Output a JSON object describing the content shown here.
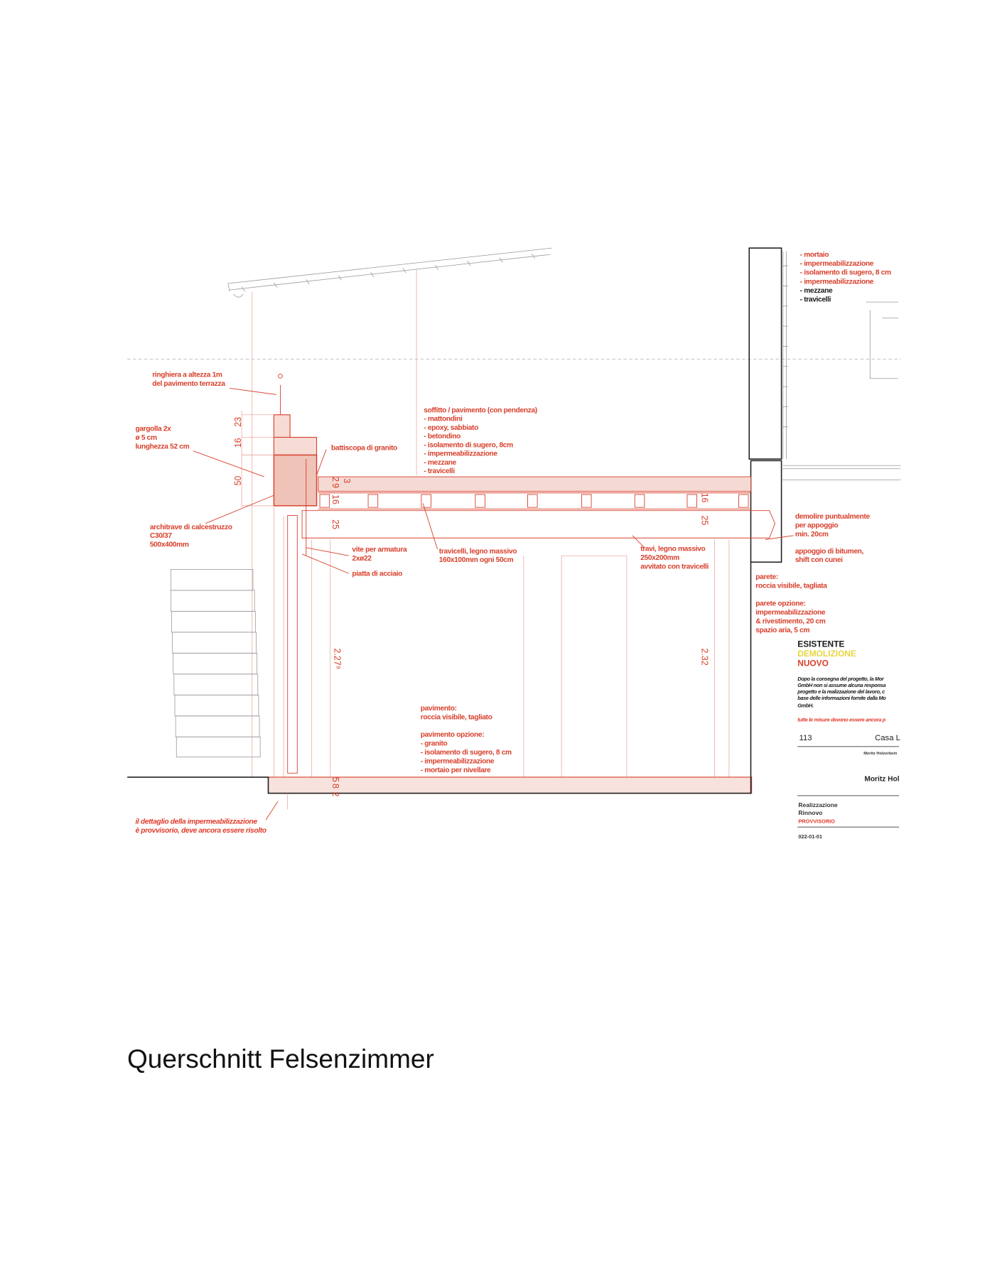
{
  "caption": "Querschnitt Felsenzimmer",
  "labels": {
    "ringhiera": [
      "ringhiera a altezza 1m",
      "del pavimento terrazza"
    ],
    "gargolla": [
      "gargolla 2x",
      "ø 5 cm",
      "lunghezza 52 cm"
    ],
    "battiscopa": "battiscopa di granito",
    "architrave": [
      "architrave di calcestruzzo",
      "C30/37",
      "500x400mm"
    ],
    "vite": [
      "vite per armatura",
      "2xø22"
    ],
    "piatta": "piatta di acciaio",
    "travicelli": [
      "travicelli, legno massivo",
      "160x100mm ogni 50cm"
    ],
    "travi": [
      "travi, legno massivo",
      "250x200mm",
      "avvitato con travicelli"
    ],
    "soffitto": [
      "soffitto / pavimento (con pendenza)",
      "- mattondini",
      "- epoxy, sabbiato",
      "- betondino",
      "- isolamento di sugero, 8cm",
      "- impermeabilizzazione",
      "- mezzane",
      "- travicelli"
    ],
    "roof_layers_red": [
      "- mortaio",
      "- impermeabilizzazione",
      "- isolamento di sugero, 8 cm",
      "- impermeabilizzazione"
    ],
    "roof_layers_black": [
      "- mezzane",
      "- travicelli"
    ],
    "demolire": [
      "demolire puntualmente",
      "per appoggio",
      "min. 20cm"
    ],
    "appoggio": [
      "appoggio di bitumen,",
      "shift con cunei"
    ],
    "parete": [
      "parete:",
      "roccia visibile, tagliata"
    ],
    "parete_opzione": [
      "parete opzione:",
      "impermeabilizzazione",
      "& rivestimento, 20 cm",
      "spazio aria, 5 cm"
    ],
    "pavimento": [
      "pavimento:",
      "roccia visibile, tagliato"
    ],
    "pavimento_opzione": [
      "pavimento opzione:",
      "- granito",
      "- isolamento di sugero, 8 cm",
      "- impermeabilizzazione",
      "- mortaio per nivellare"
    ],
    "note": [
      "il dettaglio della impermeabilizzazione",
      "è provvisorio, deve ancora essere risolto"
    ]
  },
  "dimensions": {
    "parapet": [
      "23",
      "16",
      "50"
    ],
    "slab_left": [
      "2",
      "9",
      "3",
      "16",
      "25"
    ],
    "slab_right": [
      "16",
      "25"
    ],
    "height_left": "2.27⁹",
    "height_right": "2.32",
    "floor": [
      "5",
      "8",
      "2"
    ]
  },
  "legend": {
    "existing": "ESISTENTE",
    "demolition": "DEMOLIZIONE",
    "new": "NUOVO",
    "colors": {
      "existing": "#1a1a1a",
      "demolition": "#e8d640",
      "new": "#d8402c"
    }
  },
  "title_block": {
    "disclaimer": [
      "Dopo la consegna del progetto, la Mor",
      "GmbH non si assume alcuna responsa",
      "progetto e la realizzazione del lavoro, c",
      "base delle informazioni fornite dalla Mo",
      "GmbH."
    ],
    "warning": "tutte le misure devono essere ancora p",
    "number": "113",
    "project": "Casa L",
    "small_name": "Moritz Holzerbein",
    "author": "Moritz Hol",
    "phase": [
      "Realizzazione",
      "Rinnovo"
    ],
    "status": "PROVVISORIO",
    "date": "022-01-01"
  }
}
